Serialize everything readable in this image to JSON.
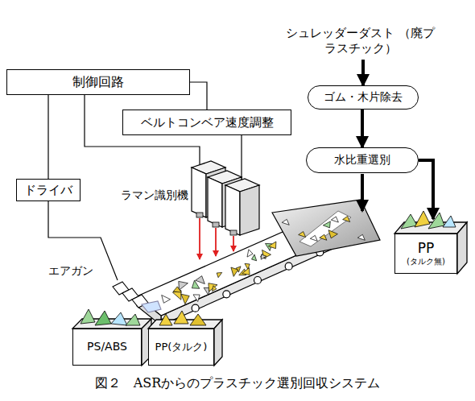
{
  "diagram": {
    "caption": "図２　ASRからのプラスチック選別回収システム",
    "nodes": [
      {
        "text": [
          "制御回路"
        ]
      },
      {
        "text": [
          "ベルトコンベア速度調整"
        ]
      },
      {
        "text": [
          "シュレッダーダスト （廃プラスチック）"
        ]
      },
      {
        "text": [
          "ゴム・木片除去"
        ]
      },
      {
        "text": [
          "ドライバ"
        ]
      },
      {
        "text": [
          "水比重選別"
        ]
      },
      {
        "text": [
          "PP",
          "(タルク無)"
        ]
      },
      {
        "text": [
          "PS/ABS"
        ]
      },
      {
        "text": [
          "PP(タルク)"
        ]
      }
    ],
    "edges": [
      {
        "from": 0,
        "to": 1,
        "arrow": "none"
      },
      {
        "from": 0,
        "to": 4,
        "arrow": "none"
      },
      {
        "from": 2,
        "to": 3,
        "arrow": "to"
      },
      {
        "from": 3,
        "to": 5,
        "arrow": "to"
      },
      {
        "from": 5,
        "to": 6,
        "arrow": "to"
      }
    ],
    "labels": [
      "ラマン識別機",
      "エアガン"
    ]
  }
}
